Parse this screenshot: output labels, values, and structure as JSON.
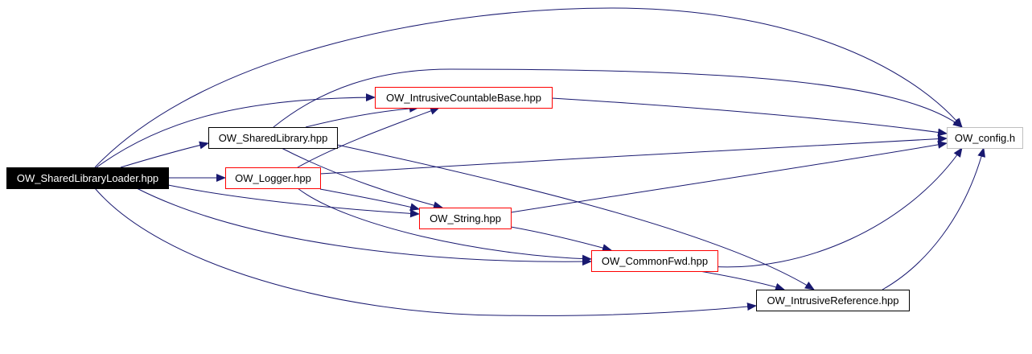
{
  "nodes": [
    {
      "id": "loader",
      "label": "OW_SharedLibraryLoader.hpp",
      "style": "root"
    },
    {
      "id": "shared",
      "label": "OW_SharedLibrary.hpp",
      "style": "black"
    },
    {
      "id": "icb",
      "label": "OW_IntrusiveCountableBase.hpp",
      "style": "red"
    },
    {
      "id": "logger",
      "label": "OW_Logger.hpp",
      "style": "red"
    },
    {
      "id": "string",
      "label": "OW_String.hpp",
      "style": "red"
    },
    {
      "id": "commonfwd",
      "label": "OW_CommonFwd.hpp",
      "style": "red"
    },
    {
      "id": "iref",
      "label": "OW_IntrusiveReference.hpp",
      "style": "black"
    },
    {
      "id": "config",
      "label": "OW_config.h",
      "style": "gray"
    }
  ],
  "edges": [
    {
      "from": "loader",
      "to": "config"
    },
    {
      "from": "loader",
      "to": "icb"
    },
    {
      "from": "loader",
      "to": "shared"
    },
    {
      "from": "loader",
      "to": "logger"
    },
    {
      "from": "loader",
      "to": "string"
    },
    {
      "from": "loader",
      "to": "commonfwd"
    },
    {
      "from": "loader",
      "to": "iref"
    },
    {
      "from": "shared",
      "to": "icb"
    },
    {
      "from": "shared",
      "to": "config"
    },
    {
      "from": "shared",
      "to": "string"
    },
    {
      "from": "shared",
      "to": "iref"
    },
    {
      "from": "icb",
      "to": "config"
    },
    {
      "from": "logger",
      "to": "icb"
    },
    {
      "from": "logger",
      "to": "config"
    },
    {
      "from": "logger",
      "to": "string"
    },
    {
      "from": "logger",
      "to": "commonfwd"
    },
    {
      "from": "string",
      "to": "config"
    },
    {
      "from": "string",
      "to": "commonfwd"
    },
    {
      "from": "commonfwd",
      "to": "config"
    },
    {
      "from": "commonfwd",
      "to": "iref"
    },
    {
      "from": "iref",
      "to": "config"
    }
  ],
  "colors": {
    "edge": "#191970",
    "root_fill": "#000000",
    "root_text": "#ffffff",
    "red_border": "#ff0000",
    "black_border": "#000000",
    "gray_border": "#bfbfbf",
    "text": "#000000"
  }
}
